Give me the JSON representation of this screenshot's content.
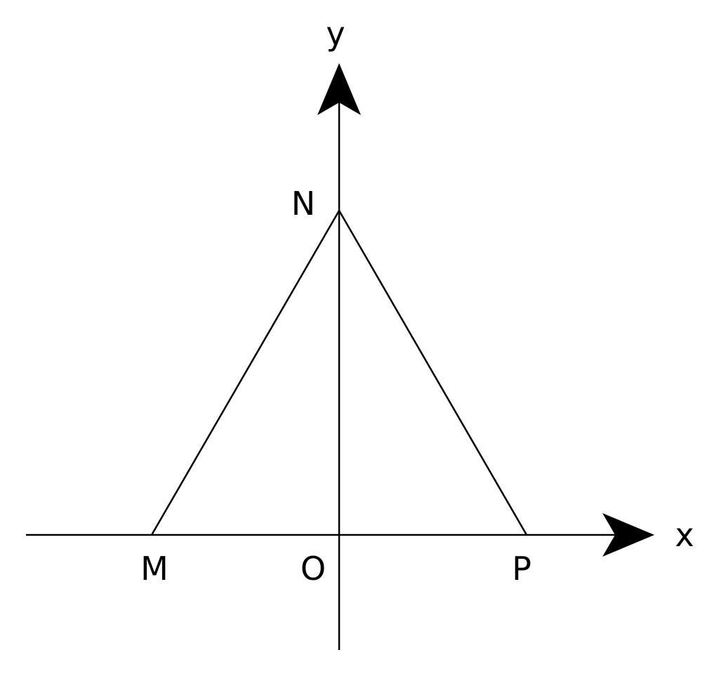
{
  "axes": {
    "x_label": "x",
    "y_label": "y"
  },
  "points": {
    "M": "M",
    "N": "N",
    "O": "O",
    "P": "P"
  },
  "colors": {
    "stroke": "#000000",
    "background": "#ffffff"
  }
}
